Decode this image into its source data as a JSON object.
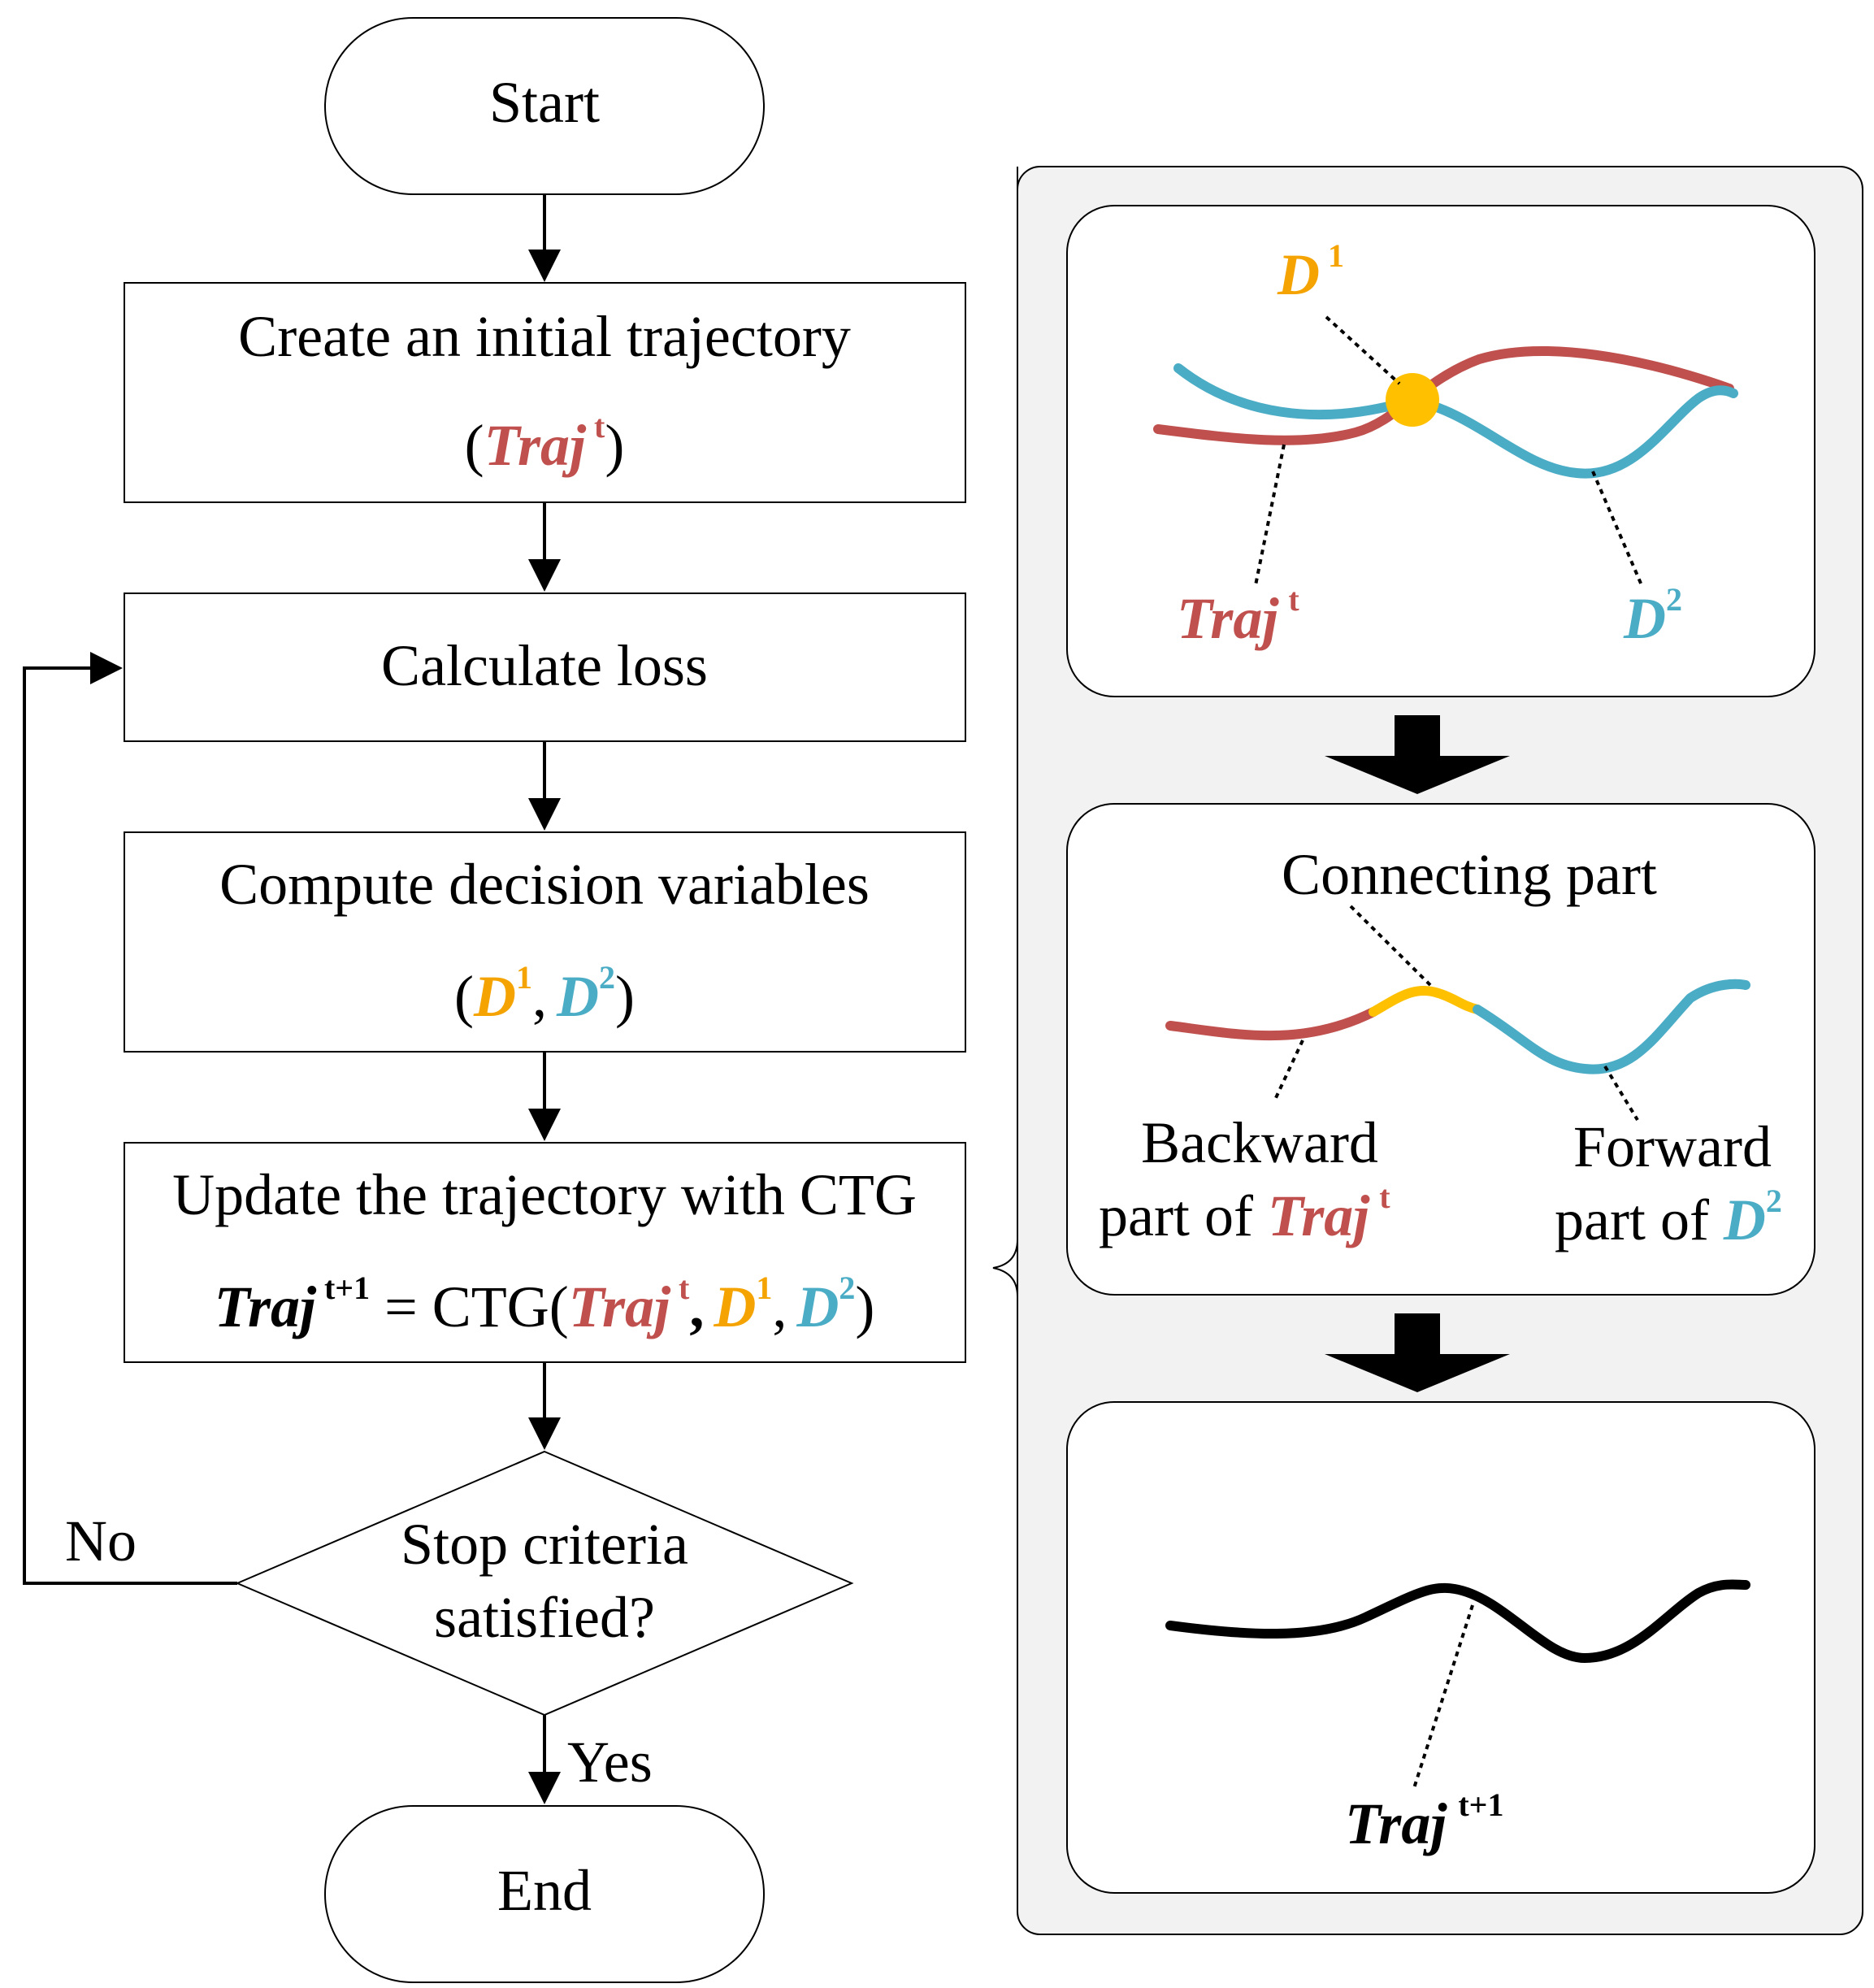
{
  "colors": {
    "traj": "#c0504d",
    "d1": "#f4a300",
    "d2": "#4bacc6",
    "dot": "#ffc000",
    "panel_bg": "#f2f2f2",
    "stroke": "#000000"
  },
  "flowchart": {
    "start": "Start",
    "step1": {
      "title": "Create an initial trajectory",
      "open": "(",
      "traj": "Traj",
      "traj_sup": "t",
      "close": ")"
    },
    "step2": {
      "title": "Calculate loss"
    },
    "step3": {
      "title": "Compute decision variables",
      "open": "(",
      "d1": "D",
      "d1_sup": "1",
      "comma": ",",
      "d2": "D",
      "d2_sup": "2",
      "close": ")"
    },
    "step4": {
      "title": "Update the trajectory with CTG",
      "lhs": "Traj",
      "lhs_sup": "t+1",
      "eq": " = CTG(",
      "traj": "Traj",
      "traj_sup": "t",
      "comma1": ",",
      "d1": "D",
      "d1_sup": "1",
      "comma2": ",",
      "d2": "D",
      "d2_sup": "2",
      "close": ")"
    },
    "decision": {
      "line1": "Stop criteria",
      "line2": "satisfied?"
    },
    "no_label": "No",
    "yes_label": "Yes",
    "end": "End"
  },
  "panel": {
    "top": {
      "d1": "D",
      "d1_sup": "1",
      "traj": "Traj",
      "traj_sup": "t",
      "d2": "D",
      "d2_sup": "2"
    },
    "middle": {
      "connecting": "Connecting part",
      "backward_line1": "Backward",
      "backward_line2": "part of ",
      "backward_traj": "Traj",
      "backward_sup": "t",
      "forward_line1": "Forward",
      "forward_line2": "part of ",
      "forward_d": "D",
      "forward_sup": "2"
    },
    "bottom": {
      "traj": "Traj",
      "traj_sup": "t+1"
    }
  }
}
